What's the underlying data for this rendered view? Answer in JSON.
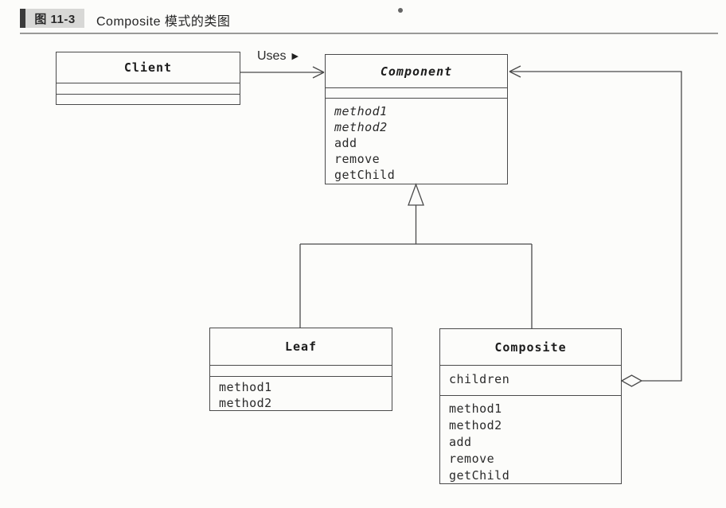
{
  "figure": {
    "label": "图 11-3",
    "title": "Composite 模式的类图"
  },
  "diagram": {
    "association": {
      "label": "Uses",
      "direction_icon": "▶"
    },
    "classes": {
      "client": {
        "name": "Client",
        "attributes": [],
        "methods": []
      },
      "component": {
        "name": "Component",
        "attributes": [],
        "methods": [
          "method1",
          "method2",
          "add",
          "remove",
          "getChild"
        ]
      },
      "leaf": {
        "name": "Leaf",
        "attributes": [],
        "methods": [
          "method1",
          "method2"
        ]
      },
      "composite": {
        "name": "Composite",
        "attributes": [
          "children"
        ],
        "methods": [
          "method1",
          "method2",
          "add",
          "remove",
          "getChild"
        ]
      }
    },
    "colors": {
      "line": "#4a4a4a",
      "text": "#1f1f1f",
      "figure_label_bg": "#d8d8d6",
      "figure_label_bar": "#3a3a3a"
    }
  }
}
